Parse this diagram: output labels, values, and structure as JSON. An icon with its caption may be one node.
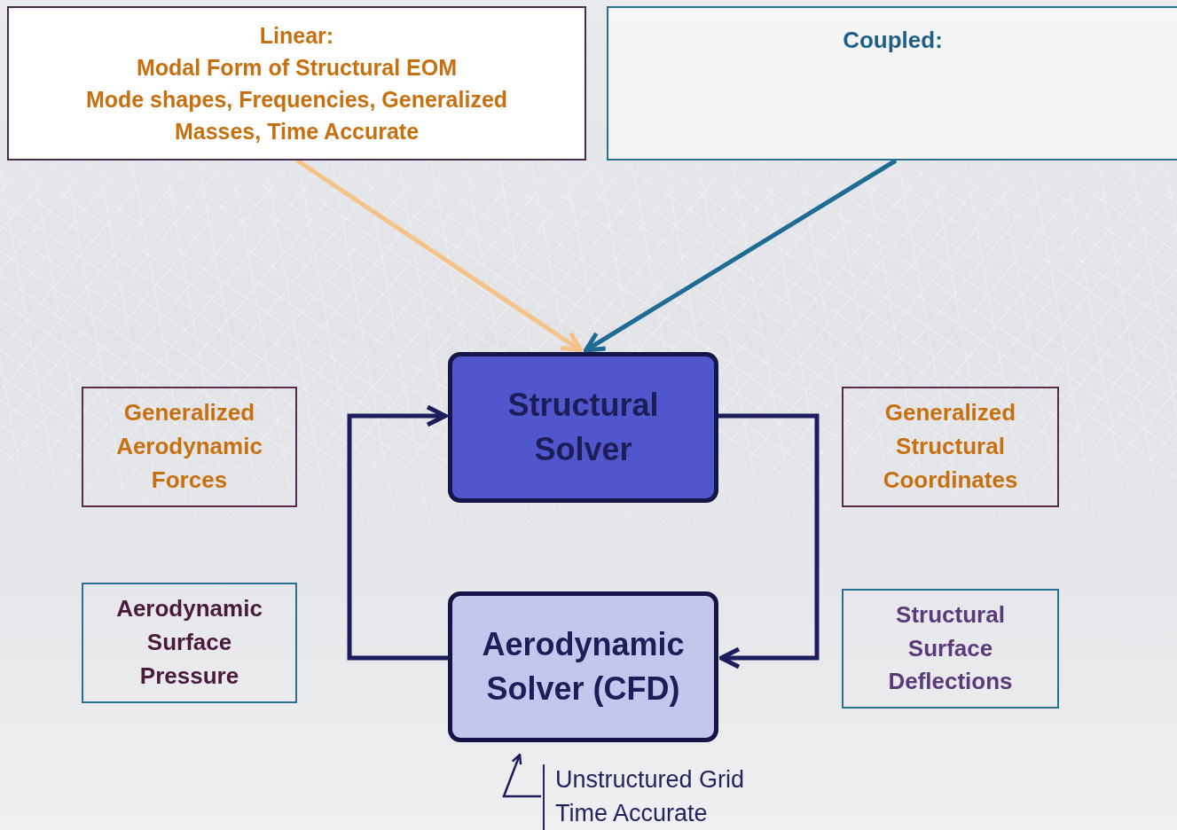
{
  "diagram": {
    "nodes": [
      {
        "text": [
          "Linear:",
          "Modal Form of Structural EOM",
          "Mode shapes, Frequencies, Generalized Masses, Time Accurate"
        ]
      },
      {
        "text": [
          "Coupled:"
        ]
      },
      {
        "text": [
          "Structural Solver"
        ]
      },
      {
        "text": [
          "Aerodynamic Solver (CFD)"
        ]
      },
      {
        "text": [
          "Generalized Aerodynamic Forces"
        ]
      },
      {
        "text": [
          "Aerodynamic Surface Pressure"
        ]
      },
      {
        "text": [
          "Generalized Structural Coordinates"
        ]
      },
      {
        "text": [
          "Structural Surface Deflections"
        ]
      },
      {
        "text": [
          "Unstructured Grid",
          "Time Accurate"
        ]
      }
    ],
    "edges": [
      {
        "from": 0,
        "to": 2,
        "arrow": "to",
        "color": "#f5c38a"
      },
      {
        "from": 1,
        "to": 2,
        "arrow": "to",
        "color": "#1f6b94"
      },
      {
        "from": 3,
        "to": 2,
        "arrow": "to"
      },
      {
        "from": 2,
        "to": 3,
        "arrow": "to"
      },
      {
        "from": 8,
        "to": 3,
        "arrow": "to"
      }
    ]
  }
}
